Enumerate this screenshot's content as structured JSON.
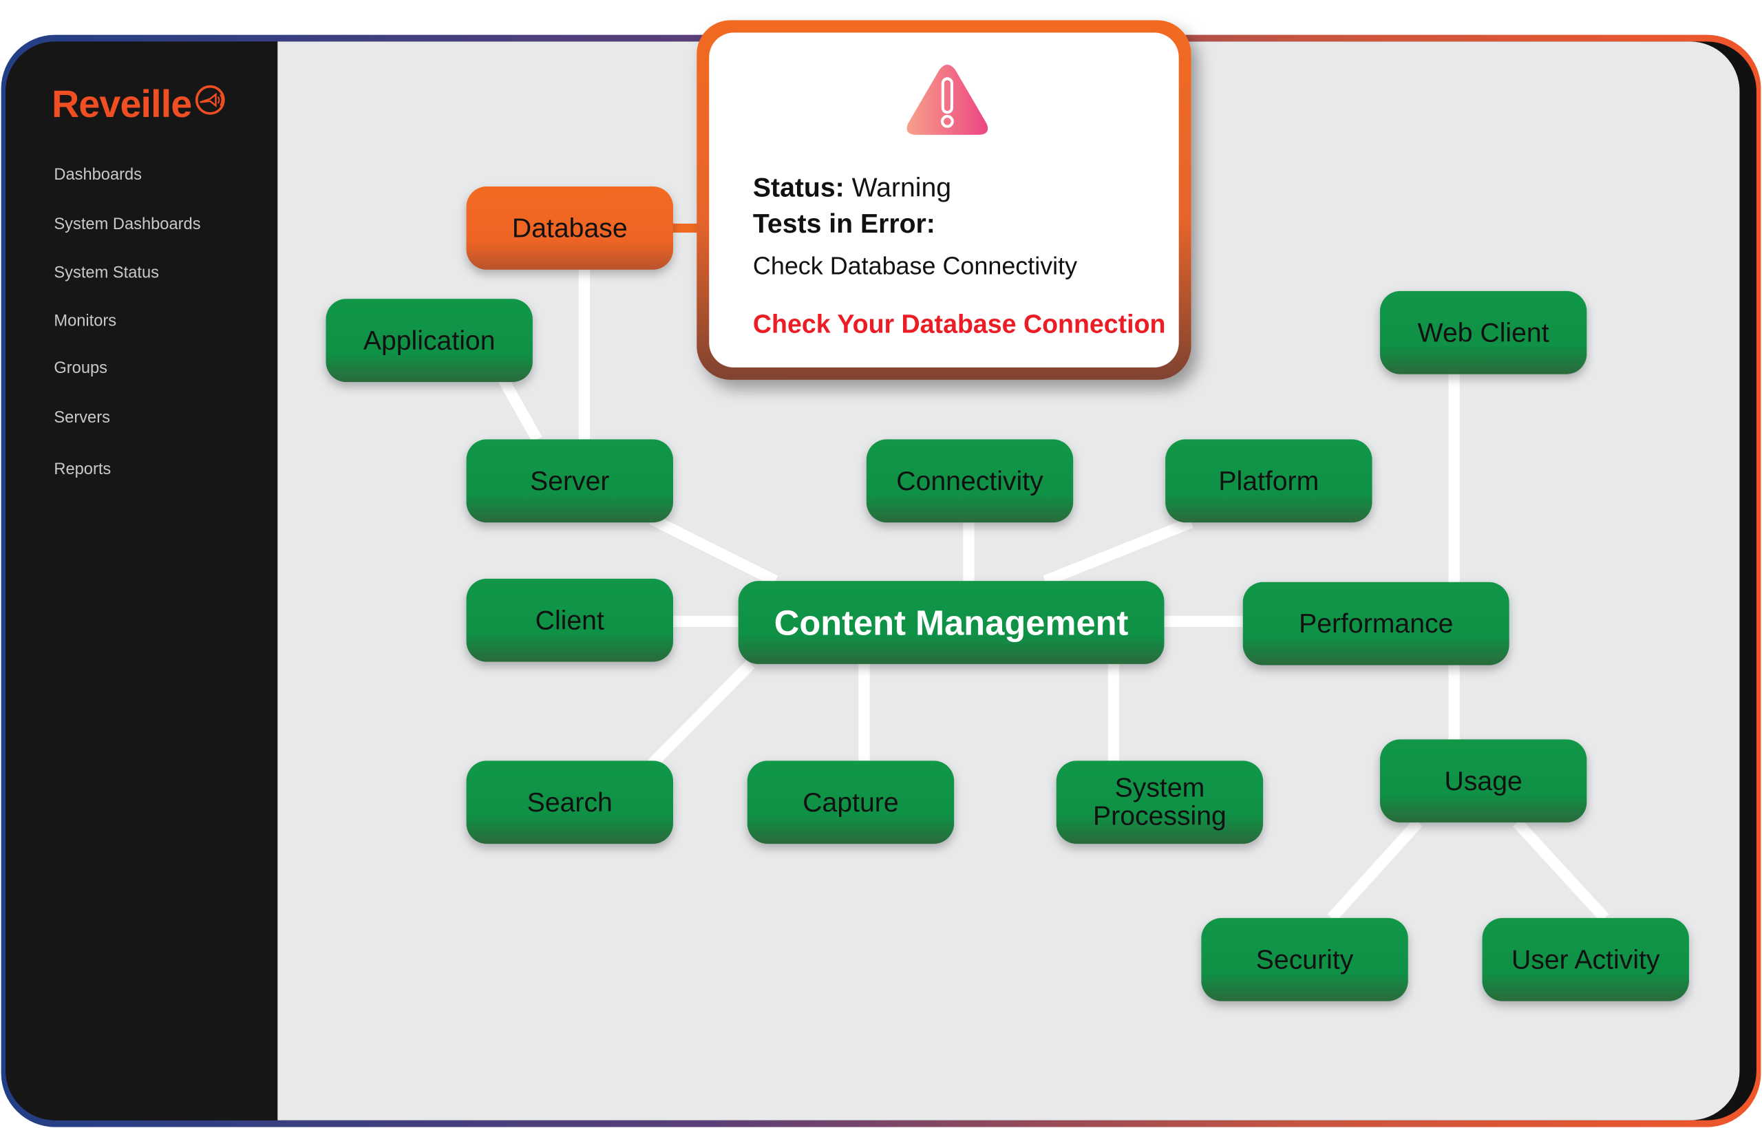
{
  "brand": {
    "name": "Reveille",
    "accent": "#f04e23"
  },
  "sidebar": {
    "items": [
      {
        "label": "Dashboards"
      },
      {
        "label": "System Dashboards"
      },
      {
        "label": "System Status"
      },
      {
        "label": "Monitors"
      },
      {
        "label": "Groups"
      },
      {
        "label": "Servers"
      },
      {
        "label": "Reports"
      }
    ]
  },
  "map": {
    "nodes": {
      "database": "Database",
      "application": "Application",
      "server": "Server",
      "connectivity": "Connectivity",
      "platform": "Platform",
      "web_client": "Web Client",
      "client": "Client",
      "content_management": "Content Management",
      "performance": "Performance",
      "search": "Search",
      "capture": "Capture",
      "system_processing_1": "System",
      "system_processing_2": "Processing",
      "usage": "Usage",
      "security": "Security",
      "user_activity": "User Activity"
    },
    "colors": {
      "ok": "#119748",
      "warning": "#f26a22"
    }
  },
  "popup": {
    "icon": "warning-triangle-icon",
    "status_label": "Status:",
    "status_value": "Warning",
    "tests_label": "Tests in Error:",
    "test_name": "Check Database Connectivity",
    "message": "Check Your Database Connection"
  }
}
